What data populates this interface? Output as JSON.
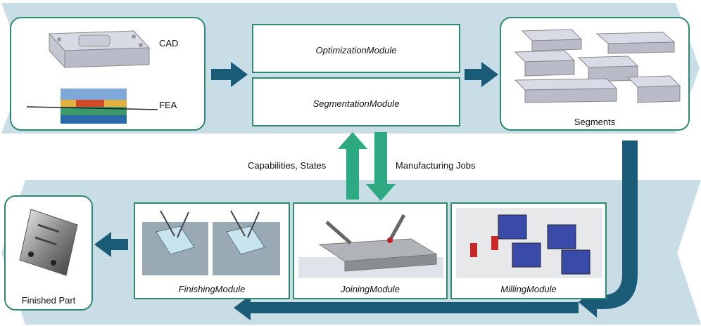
{
  "colors": {
    "band": "#c9dde6",
    "border": "#2e8b6e",
    "arrow_dark": "#1a5c78",
    "arrow_green": "#2eaa82"
  },
  "input": {
    "cad_label": "CAD",
    "fea_label": "FEA"
  },
  "modules_top": [
    {
      "label": "OptimizationModule"
    },
    {
      "label": "SegmentationModule"
    }
  ],
  "segments": {
    "label": "Segments"
  },
  "feedback": {
    "left_label": "Capabilities, States",
    "right_label": "Manufacturing Jobs"
  },
  "modules_bottom": [
    {
      "label": "FinishingModule"
    },
    {
      "label": "JoiningModule"
    },
    {
      "label": "MillingModule"
    }
  ],
  "output": {
    "label": "Finished Part"
  }
}
